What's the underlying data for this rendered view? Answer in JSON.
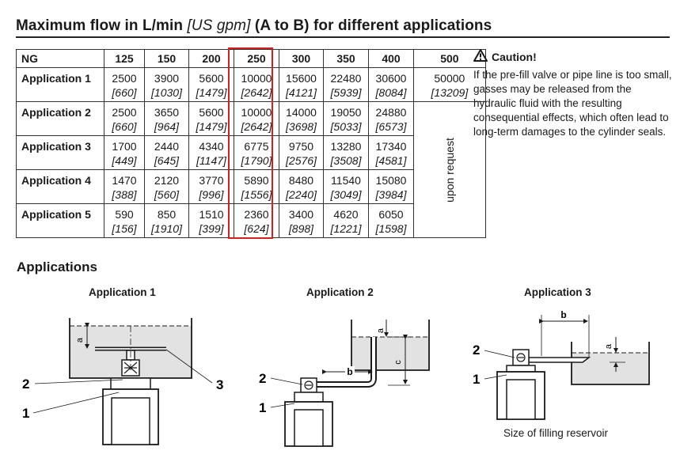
{
  "title": {
    "prefix": "Maximum flow in L/min",
    "unit": "[US gpm]",
    "suffix": "(A to B) for different applications"
  },
  "table": {
    "corner_header": "NG",
    "sizes": [
      "125",
      "150",
      "200",
      "250",
      "300",
      "350",
      "400",
      "500"
    ],
    "highlight_size": "250",
    "rows": [
      {
        "name": "Application 1",
        "values": [
          [
            "2500",
            "[660]"
          ],
          [
            "3900",
            "[1030]"
          ],
          [
            "5600",
            "[1479]"
          ],
          [
            "10000",
            "[2642]"
          ],
          [
            "15600",
            "[4121]"
          ],
          [
            "22480",
            "[5939]"
          ],
          [
            "30600",
            "[8084]"
          ],
          [
            "50000",
            "[13209]"
          ]
        ]
      },
      {
        "name": "Application 2",
        "values": [
          [
            "2500",
            "[660]"
          ],
          [
            "3650",
            "[964]"
          ],
          [
            "5600",
            "[1479]"
          ],
          [
            "10000",
            "[2642]"
          ],
          [
            "14000",
            "[3698]"
          ],
          [
            "19050",
            "[5033]"
          ],
          [
            "24880",
            "[6573]"
          ]
        ]
      },
      {
        "name": "Application 3",
        "values": [
          [
            "1700",
            "[449]"
          ],
          [
            "2440",
            "[645]"
          ],
          [
            "4340",
            "[1147]"
          ],
          [
            "6775",
            "[1790]"
          ],
          [
            "9750",
            "[2576]"
          ],
          [
            "13280",
            "[3508]"
          ],
          [
            "17340",
            "[4581]"
          ]
        ]
      },
      {
        "name": "Application 4",
        "values": [
          [
            "1470",
            "[388]"
          ],
          [
            "2120",
            "[560]"
          ],
          [
            "3770",
            "[996]"
          ],
          [
            "5890",
            "[1556]"
          ],
          [
            "8480",
            "[2240]"
          ],
          [
            "11540",
            "[3049]"
          ],
          [
            "15080",
            "[3984]"
          ]
        ]
      },
      {
        "name": "Application 5",
        "values": [
          [
            "590",
            "[156]"
          ],
          [
            "850",
            "[1910]"
          ],
          [
            "1510",
            "[399]"
          ],
          [
            "2360",
            "[624]"
          ],
          [
            "3400",
            "[898]"
          ],
          [
            "4620",
            "[1221]"
          ],
          [
            "6050",
            "[1598]"
          ]
        ]
      }
    ],
    "upon_request": "upon request"
  },
  "caution": {
    "heading": "Caution!",
    "text": "If the pre-fill valve or pipe line is too small, gasses may be released from the hydraulic fluid with the resulting consequential effects, which often lead to long-term damages to the cylinder seals."
  },
  "applications": {
    "heading": "Applications",
    "figures": [
      {
        "label": "Application 1",
        "markers": [
          "1",
          "2",
          "3"
        ],
        "dims": [
          "a"
        ]
      },
      {
        "label": "Application 2",
        "markers": [
          "1",
          "2"
        ],
        "dims": [
          "a",
          "b",
          "c"
        ]
      },
      {
        "label": "Application 3",
        "markers": [
          "1",
          "2"
        ],
        "dims": [
          "a",
          "b"
        ]
      }
    ],
    "caption": "Size of filling reservoir"
  },
  "colors": {
    "highlight": "#d62020",
    "fluid": "#e2e2e2",
    "line": "#1a1a1a"
  }
}
